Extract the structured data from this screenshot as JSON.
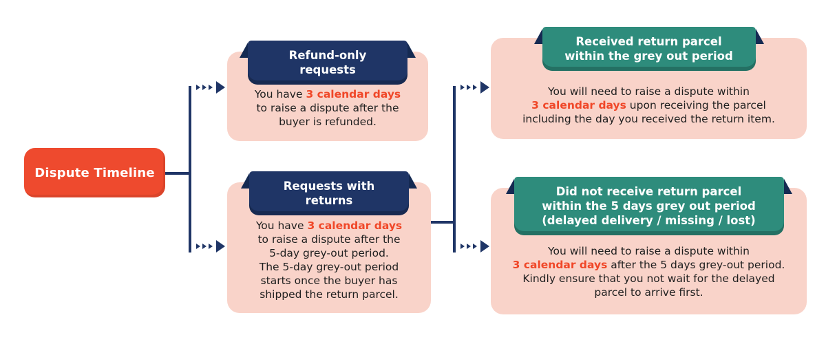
{
  "root": {
    "label": "Dispute Timeline"
  },
  "colors": {
    "brand_orange": "#EE4A2E",
    "card_pink": "#F9D3C9",
    "banner_navy": "#1F3566",
    "banner_teal": "#2E8C7C",
    "ribbon_fold_navy": "#152A52",
    "connector_navy": "#1F3566",
    "highlight_orange": "#F04728",
    "body_text": "#1F1F1F",
    "background": "#FFFFFF"
  },
  "icons": {
    "chevron": "chevron-right-icon",
    "arrow": "arrow-right-icon",
    "ribbon_fold": "ribbon-fold-icon"
  },
  "cards": [
    {
      "id": "refund-only",
      "banner_style": "navy",
      "banner_lines": [
        "Refund-only requests"
      ],
      "body_lines": [
        [
          {
            "t": "You have ",
            "h": false
          },
          {
            "t": "3 calendar days",
            "h": true
          }
        ],
        [
          {
            "t": "to raise a dispute after the",
            "h": false
          }
        ],
        [
          {
            "t": "buyer is refunded.",
            "h": false
          }
        ]
      ]
    },
    {
      "id": "requests-with-returns",
      "banner_style": "navy",
      "banner_lines": [
        "Requests with returns"
      ],
      "body_lines": [
        [
          {
            "t": "You have ",
            "h": false
          },
          {
            "t": "3 calendar days",
            "h": true
          }
        ],
        [
          {
            "t": "to raise a dispute after the",
            "h": false
          }
        ],
        [
          {
            "t": "5-day grey-out period.",
            "h": false
          }
        ],
        [
          {
            "t": "The 5-day grey-out period",
            "h": false
          }
        ],
        [
          {
            "t": "starts once the buyer has",
            "h": false
          }
        ],
        [
          {
            "t": "shipped the return parcel.",
            "h": false
          }
        ]
      ]
    },
    {
      "id": "received-return-parcel",
      "banner_style": "teal",
      "banner_lines": [
        "Received return parcel",
        "within the grey out period"
      ],
      "body_lines": [
        [
          {
            "t": "You will need to raise a dispute within",
            "h": false
          }
        ],
        [
          {
            "t": "3 calendar days",
            "h": true
          },
          {
            "t": " upon receiving the parcel",
            "h": false
          }
        ],
        [
          {
            "t": "including the day you received the return item.",
            "h": false
          }
        ]
      ]
    },
    {
      "id": "did-not-receive-return-parcel",
      "banner_style": "teal",
      "banner_lines": [
        "Did not receive return parcel",
        "within the 5 days grey out period",
        "(delayed delivery / missing / lost)"
      ],
      "body_lines": [
        [
          {
            "t": "You will need to raise a dispute within",
            "h": false
          }
        ],
        [
          {
            "t": "3 calendar days",
            "h": true
          },
          {
            "t": " after the 5 days grey-out period.",
            "h": false
          }
        ],
        [
          {
            "t": "Kindly ensure that you not wait for the delayed",
            "h": false
          }
        ],
        [
          {
            "t": "parcel to arrive first.",
            "h": false
          }
        ]
      ]
    }
  ]
}
